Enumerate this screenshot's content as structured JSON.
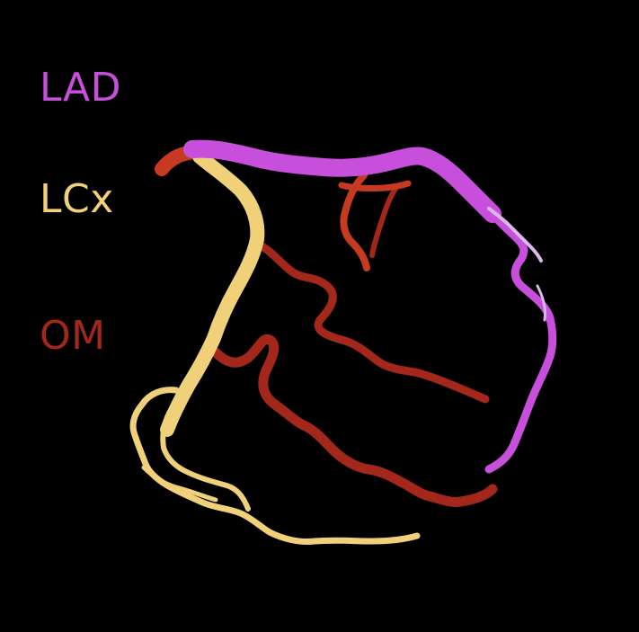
{
  "legend": [
    {
      "key": "lad",
      "label": "LAD",
      "color": "#c84fdc"
    },
    {
      "key": "lcx",
      "label": "LCx",
      "color": "#f1d07a"
    },
    {
      "key": "om",
      "label": "OM",
      "color": "#a3271b"
    }
  ],
  "colors": {
    "background": "#000000",
    "lad": "#c84fdc",
    "lad_light": "#d9b7e8",
    "lcx": "#f1d07a",
    "om": "#a3271b",
    "om_bright": "#c73a22"
  }
}
